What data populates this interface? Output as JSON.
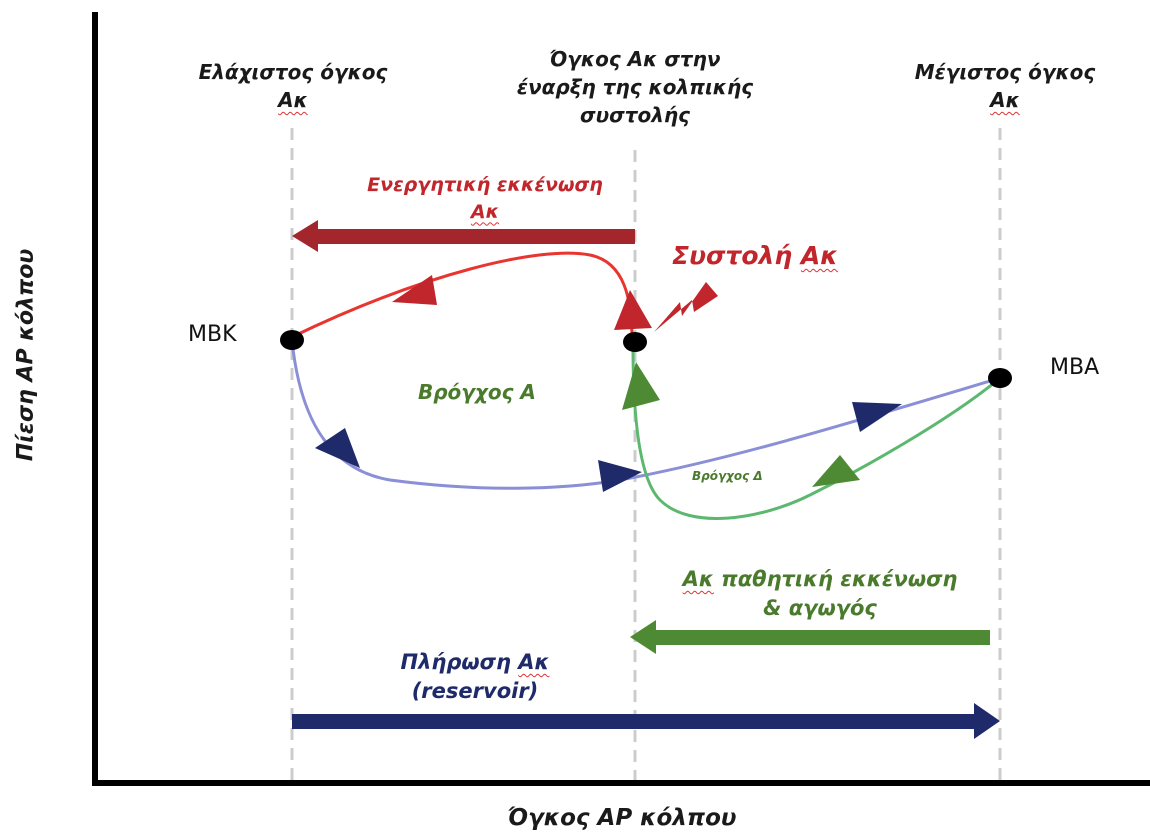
{
  "axes": {
    "y_label": "Πίεση ΑΡ κόλπου",
    "x_label": "Όγκος ΑΡ κόλπου"
  },
  "columns": {
    "min_volume": {
      "line1": "Ελάχιστος όγκος",
      "line2": "Ακ"
    },
    "onset_volume": {
      "line1": "Όγκος Ακ στην",
      "line2": "έναρξη της κολπικής",
      "line3": "συστολής"
    },
    "max_volume": {
      "line1": "Μέγιστος όγκος",
      "line2": "Ακ"
    }
  },
  "points": {
    "left": "MBK",
    "right": "MBA"
  },
  "labels": {
    "active_emptying": {
      "line1": "Ενεργητική εκκένωση",
      "line2": "Ακ"
    },
    "systole": {
      "text": "Συστολή",
      "ak": "Ακ"
    },
    "loop_a": "Βρόγχος Α",
    "loop_d": "Βρόγχος Δ",
    "passive": {
      "ak": "Ακ",
      "line1": "παθητική εκκένωση",
      "line2": "& αγωγός"
    },
    "filling": {
      "line1": "Πλήρωση",
      "ak": "Ακ",
      "line2": "(reservoir)"
    }
  },
  "colors": {
    "red": "#c0262b",
    "dark_red": "#a3262c",
    "green": "#4a7a2c",
    "light_green": "#5cb86f",
    "navy": "#1f2a6b",
    "purple_line": "#8a8fd6",
    "axis": "#000000",
    "guide": "#cccccc"
  },
  "icons": [
    "lightning-bolt-icon"
  ]
}
